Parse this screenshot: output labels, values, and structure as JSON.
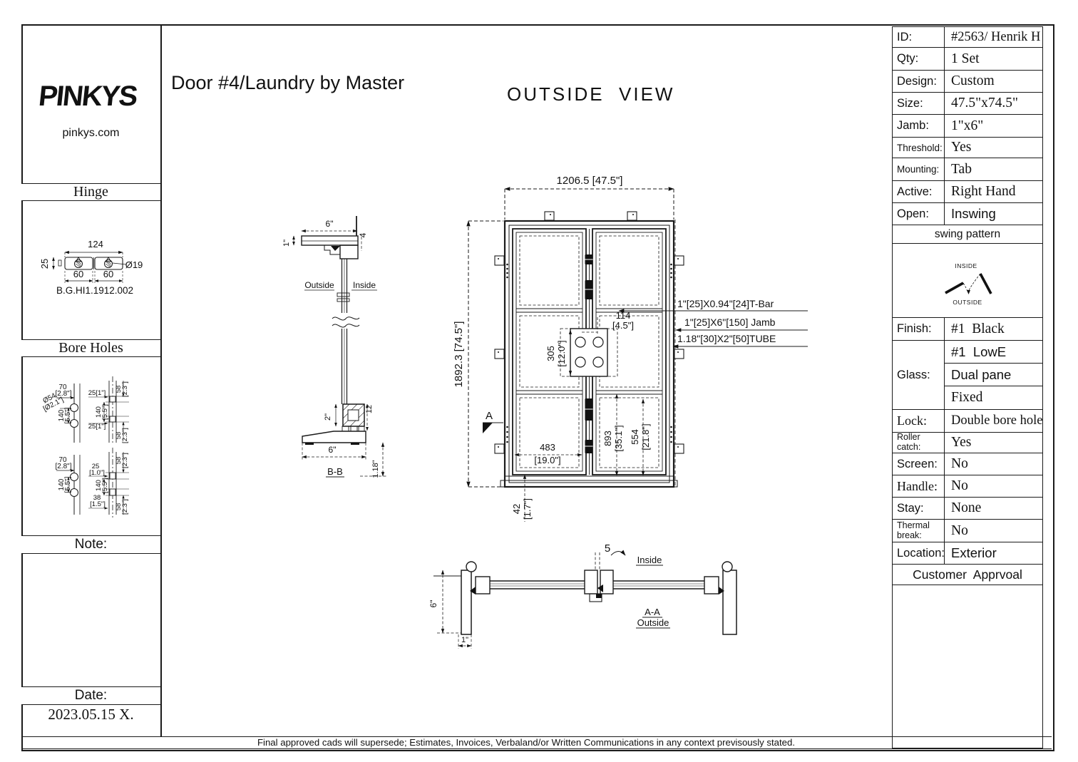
{
  "sheet": {
    "title": "Door #4/Laundry by Master",
    "view_label": "OUTSIDE  VIEW",
    "disclaimer": "Final approved cads will supersede; Estimates, Invoices, Verbaland/or Written Communications in any context previsously stated."
  },
  "branding": {
    "logo_text": "PINKYS",
    "website": "pinkys.com"
  },
  "left_panel": {
    "hinge": {
      "header": "Hinge",
      "part_number": "B.G.HI1.1912.002",
      "dims": {
        "total_width": "124",
        "height": "25",
        "left_width": "60",
        "right_width": "60",
        "diameter": "Ø19"
      }
    },
    "bore_holes": {
      "header": "Bore Holes",
      "top": {
        "offset_mm": "70",
        "offset_in": "[2.8\"]",
        "dia_mm": "Ø54",
        "dia_in": "[Ø2.1\"]",
        "span_mm": "140",
        "span_in": "[5.5\"]",
        "edge1": "25[1\"]",
        "e58_top_mm": "58",
        "e58_top_in": "[2.3\"]",
        "span2_mm": "140",
        "span2_in": "[5.5\"]",
        "edge2": "25[1\"]",
        "e58_bot_mm": "58",
        "e58_bot_in": "[2.3\"]"
      },
      "bottom": {
        "offset_mm": "70",
        "offset_in": "[2.8\"]",
        "span_mm": "140",
        "span_in": "[5.5\"]",
        "e58_top_mm": "58",
        "e58_top_in": "[2.3\"]",
        "edge1_mm": "25",
        "edge1_in": "[1.0\"]",
        "span2_mm": "140",
        "span2_in": "[5.5\"]",
        "edge2_mm": "38",
        "edge2_in": "[1.5\"]",
        "e58_bot_mm": "58",
        "e58_bot_in": "[2.3\"]"
      }
    },
    "note": {
      "header": "Note:"
    },
    "date": {
      "header": "Date:",
      "value": "2023.05.15 X."
    }
  },
  "front_view": {
    "width_dim": "1206.5 [47.5\"]",
    "height_dim": "1892.3 [74.5\"]",
    "tbar_gap_mm": "114",
    "tbar_gap_in": "[4.5\"]",
    "lock_plate_mm": "305",
    "lock_plate_in": "[12.0\"]",
    "panel_width_mm": "483",
    "panel_width_in": "[19.0\"]",
    "dim893_mm": "893",
    "dim893_in": "[35.1\"]",
    "dim554_mm": "554",
    "dim554_in": "[21.8\"]",
    "bottom_rail_mm": "42",
    "bottom_rail_in": "[1.7\"]",
    "section_marker": "A",
    "callouts": {
      "tbar": "1\"[25]X0.94\"[24]T-Bar",
      "jamb": "1\"[25]X6\"[150] Jamb",
      "tube": "1.18\"[30]X2\"[50]TUBE"
    }
  },
  "section_bb": {
    "label": "B-B",
    "jamb_width": "6\"",
    "jamb_thk": "1\"",
    "head_drop": "4",
    "outside": "Outside",
    "inside": "Inside",
    "tube_w": "2\"",
    "tube_drop": "12",
    "sill_width": "6\"",
    "sill_height": "1.18\""
  },
  "section_aa": {
    "label": "A-A",
    "outside": "Outside",
    "inside": "Inside",
    "gap": "5",
    "jamb_depth": "6\"",
    "jamb_thk": "1\""
  },
  "spec_table": {
    "id": {
      "label": "ID:",
      "value": "#2563/ Henrik H"
    },
    "qty": {
      "label": "Qty:",
      "value": "1 Set"
    },
    "design": {
      "label": "Design:",
      "value": "Custom"
    },
    "size": {
      "label": "Size:",
      "value": "47.5\"x74.5\""
    },
    "jamb": {
      "label": "Jamb:",
      "value": "1\"x6\""
    },
    "threshold": {
      "label": "Threshold:",
      "value": "Yes"
    },
    "mounting": {
      "label": "Mounting:",
      "value": "Tab"
    },
    "active": {
      "label": "Active:",
      "value": "Right Hand"
    },
    "open": {
      "label": "Open:",
      "value": "Inswing"
    },
    "swing": {
      "header": "swing pattern",
      "inside": "INSIDE",
      "outside": "OUTSIDE"
    },
    "finish": {
      "label": "Finish:",
      "value": "#1  Black"
    },
    "glass": {
      "label": "Glass:",
      "value1": "#1  LowE",
      "value2": "Dual pane",
      "value3": "Fixed"
    },
    "lock": {
      "label": "Lock:",
      "value": "Double bore hole"
    },
    "roller": {
      "label": "Roller catch:",
      "value": "Yes"
    },
    "screen": {
      "label": "Screen:",
      "value": "No"
    },
    "handle": {
      "label": "Handle:",
      "value": "No"
    },
    "stay": {
      "label": "Stay:",
      "value": "None"
    },
    "thermal": {
      "label": "Thermal break:",
      "value": "No"
    },
    "location": {
      "label": "Location:",
      "value": "Exterior"
    },
    "approval": "Customer  Apprvoal"
  }
}
